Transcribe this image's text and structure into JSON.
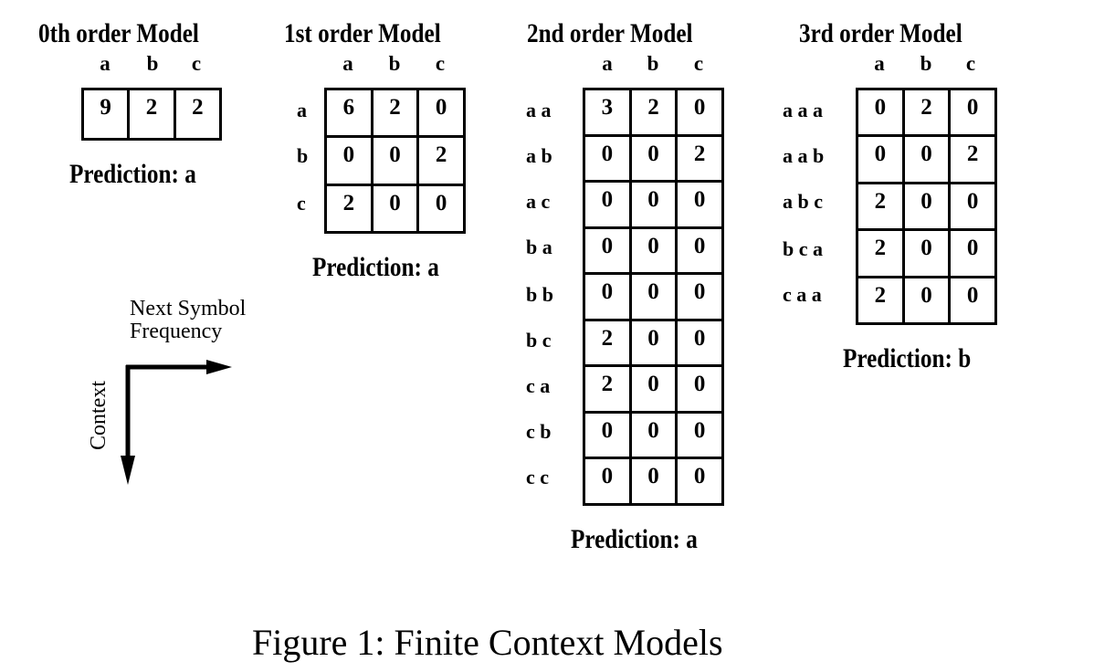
{
  "models": [
    {
      "title": "0th order Model",
      "columns": [
        "a",
        "b",
        "c"
      ],
      "rows": [
        {
          "context": "",
          "counts": [
            "9",
            "2",
            "2"
          ]
        }
      ],
      "prediction": "Prediction: a"
    },
    {
      "title": "1st order Model",
      "columns": [
        "a",
        "b",
        "c"
      ],
      "rows": [
        {
          "context": "a",
          "counts": [
            "6",
            "2",
            "0"
          ]
        },
        {
          "context": "b",
          "counts": [
            "0",
            "0",
            "2"
          ]
        },
        {
          "context": "c",
          "counts": [
            "2",
            "0",
            "0"
          ]
        }
      ],
      "prediction": "Prediction: a"
    },
    {
      "title": "2nd order Model",
      "columns": [
        "a",
        "b",
        "c"
      ],
      "rows": [
        {
          "context": "a a",
          "counts": [
            "3",
            "2",
            "0"
          ]
        },
        {
          "context": "a b",
          "counts": [
            "0",
            "0",
            "2"
          ]
        },
        {
          "context": "a c",
          "counts": [
            "0",
            "0",
            "0"
          ]
        },
        {
          "context": "b a",
          "counts": [
            "0",
            "0",
            "0"
          ]
        },
        {
          "context": "b b",
          "counts": [
            "0",
            "0",
            "0"
          ]
        },
        {
          "context": "b c",
          "counts": [
            "2",
            "0",
            "0"
          ]
        },
        {
          "context": "c a",
          "counts": [
            "2",
            "0",
            "0"
          ]
        },
        {
          "context": "c b",
          "counts": [
            "0",
            "0",
            "0"
          ]
        },
        {
          "context": "c c",
          "counts": [
            "0",
            "0",
            "0"
          ]
        }
      ],
      "prediction": "Prediction: a"
    },
    {
      "title": "3rd order Model",
      "columns": [
        "a",
        "b",
        "c"
      ],
      "rows": [
        {
          "context": "a a a",
          "counts": [
            "0",
            "2",
            "0"
          ]
        },
        {
          "context": "a a b",
          "counts": [
            "0",
            "0",
            "2"
          ]
        },
        {
          "context": "a b c",
          "counts": [
            "2",
            "0",
            "0"
          ]
        },
        {
          "context": "b c a",
          "counts": [
            "2",
            "0",
            "0"
          ]
        },
        {
          "context": "c a a",
          "counts": [
            "2",
            "0",
            "0"
          ]
        }
      ],
      "prediction": "Prediction: b"
    }
  ],
  "legend": {
    "horizontal_label_line1": "Next Symbol",
    "horizontal_label_line2": "Frequency",
    "vertical_label": "Context"
  },
  "caption": "Figure 1: Finite Context Models"
}
